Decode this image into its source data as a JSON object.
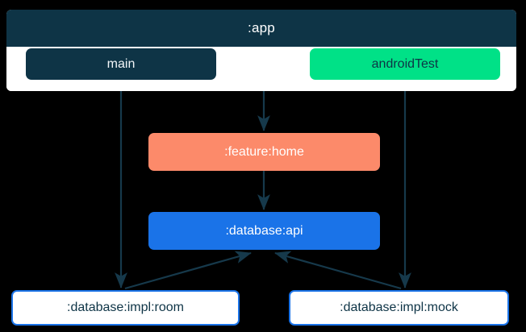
{
  "diagram": {
    "type": "module-dependency-graph",
    "background_color": "#000000",
    "edge_color": "#16394b",
    "cluster": {
      "title": ":app",
      "header_color": "#0e3446",
      "body_color": "#ffffff",
      "source_sets": [
        {
          "id": "main",
          "label": "main",
          "fill": "#0e3446",
          "text_color": "#f2f6f8"
        },
        {
          "id": "androidTest",
          "label": "androidTest",
          "fill": "#00e187",
          "text_color": "#0e3446"
        }
      ]
    },
    "nodes": [
      {
        "id": "feature-home",
        "label": ":feature:home",
        "fill": "#fc8a6a",
        "text_color": "#ffffff"
      },
      {
        "id": "database-api",
        "label": ":database:api",
        "fill": "#1a73e8",
        "text_color": "#ffffff"
      },
      {
        "id": "database-impl-room",
        "label": ":database:impl:room",
        "fill": "#ffffff",
        "text_color": "#0e3446",
        "border_color": "#1a73e8"
      },
      {
        "id": "database-impl-mock",
        "label": ":database:impl:mock",
        "fill": "#ffffff",
        "text_color": "#0e3446",
        "border_color": "#1a73e8"
      }
    ],
    "edges": [
      {
        "from": "main",
        "to": "database-impl-room",
        "direction": "down"
      },
      {
        "from": "app",
        "to": "feature-home",
        "direction": "down"
      },
      {
        "from": "androidTest",
        "to": "database-impl-mock",
        "direction": "down"
      },
      {
        "from": "feature-home",
        "to": "database-api",
        "direction": "down"
      },
      {
        "from": "database-impl-room",
        "to": "database-api",
        "direction": "up"
      },
      {
        "from": "database-impl-mock",
        "to": "database-api",
        "direction": "up"
      }
    ]
  }
}
